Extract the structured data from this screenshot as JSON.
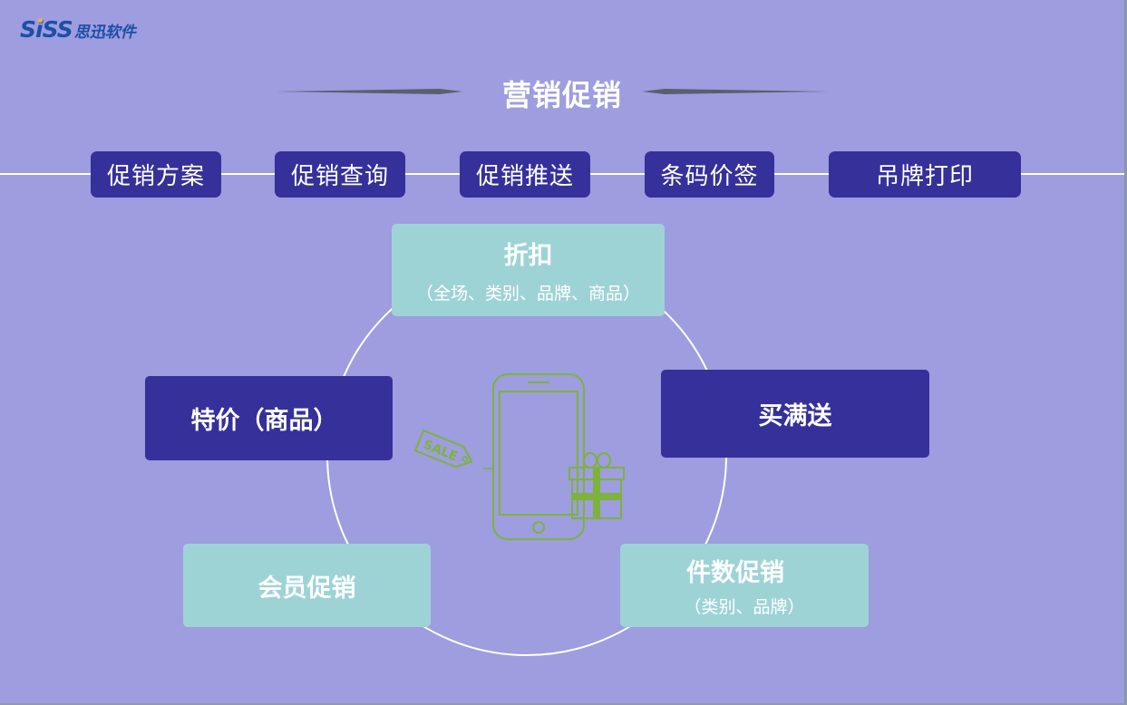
{
  "logo": {
    "en": "SiSS",
    "cn": "思迅软件"
  },
  "title": "营销促销",
  "tabs": [
    {
      "label": "促销方案"
    },
    {
      "label": "促销查询"
    },
    {
      "label": "促销推送"
    },
    {
      "label": "条码价签"
    },
    {
      "label": "吊牌打印"
    }
  ],
  "nodes": {
    "discount": {
      "title": "折扣",
      "subtitle": "（全场、类别、品牌、商品）"
    },
    "special_price": {
      "title": "特价（商品）"
    },
    "buy_gift": {
      "title": "买满送"
    },
    "member": {
      "title": "会员促销"
    },
    "quantity": {
      "title": "件数促销",
      "subtitle": "（类别、品牌）"
    }
  },
  "illustration": {
    "sale_tag_text": "SALE",
    "icons": [
      "smartphone-icon",
      "sale-tag-icon",
      "gift-box-icon"
    ]
  },
  "colors": {
    "background": "#9d9ddf",
    "navy": "#35309a",
    "teal": "#9ed3d6",
    "illustration_green": "#7fb23a",
    "logo_blue": "#1d4fa6"
  }
}
